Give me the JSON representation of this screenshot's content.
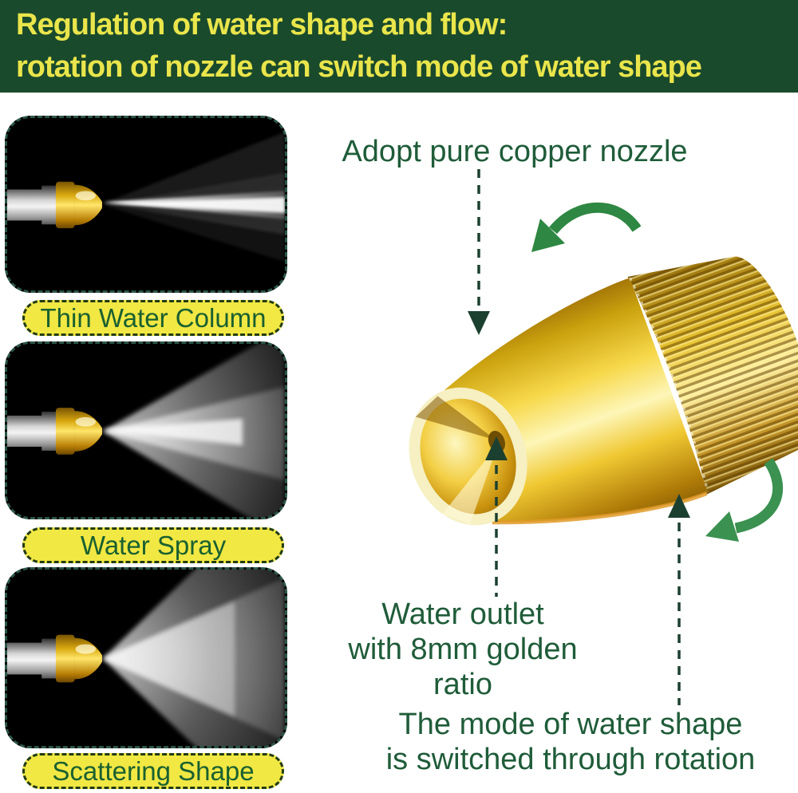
{
  "banner": {
    "line1": "Regulation of water shape and flow:",
    "line2": "rotation of nozzle can switch mode of water shape"
  },
  "spray_modes": [
    {
      "label": "Thin Water Column"
    },
    {
      "label": "Water Spray"
    },
    {
      "label": "Scattering Shape"
    }
  ],
  "annotations": {
    "adopt": "Adopt pure copper nozzle",
    "outlet_line1": "Water outlet",
    "outlet_line2": "with 8mm golden ratio",
    "mode_line1": "The mode of water shape",
    "mode_line2": "is switched through rotation"
  },
  "colors": {
    "banner_bg": "#1a4a2c",
    "banner_text": "#e9e54b",
    "label_bg": "#f1e843",
    "label_text": "#1a6030",
    "annotation_text": "#1f5c39",
    "arrow_green": "#2e8742",
    "dashed_line": "#1c4030",
    "nozzle_gold": "#f0c832",
    "photo_bg": "#000000"
  }
}
